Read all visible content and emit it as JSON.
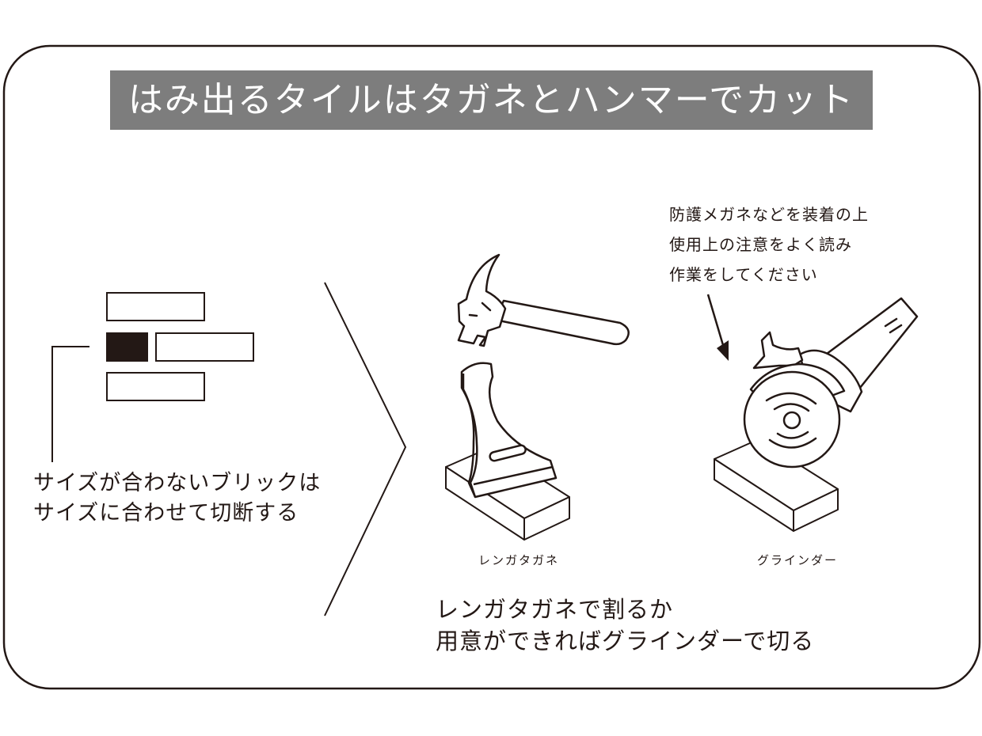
{
  "title": "はみ出るタイルはタガネとハンマーでカット",
  "left_note": {
    "line1": "サイズが合わないブリックは",
    "line2": "サイズに合わせて切断する"
  },
  "warning": {
    "line1": "防護メガネなどを装着の上",
    "line2": "使用上の注意をよく読み",
    "line3": "作業をしてください"
  },
  "tools": {
    "chisel_label": "レンガタガネ",
    "grinder_label": "グラインダー"
  },
  "bottom_caption": {
    "line1": "レンガタガネで割るか",
    "line2": "用意ができればグラインダーで切る"
  },
  "colors": {
    "line": "#231815",
    "title_bg": "#7d7d7d",
    "title_text": "#ffffff",
    "highlight_brick": "#231815"
  },
  "icons": [
    "hammer-icon",
    "brick-chisel-icon",
    "angle-grinder-icon",
    "arrow-down-icon"
  ]
}
